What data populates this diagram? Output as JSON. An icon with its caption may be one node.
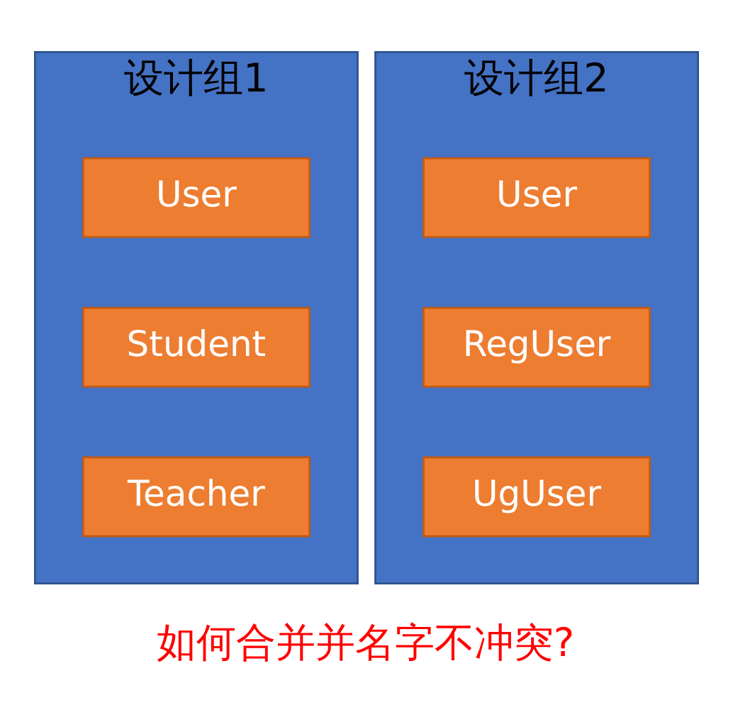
{
  "diagram": {
    "nodes": [
      {
        "text": [
          "设计组1"
        ]
      },
      {
        "text": [
          "User"
        ],
        "in": 0
      },
      {
        "text": [
          "Student"
        ],
        "in": 0
      },
      {
        "text": [
          "Teacher"
        ],
        "in": 0
      },
      {
        "text": [
          "设计组2"
        ]
      },
      {
        "text": [
          "User"
        ],
        "in": 4
      },
      {
        "text": [
          "RegUser"
        ],
        "in": 4
      },
      {
        "text": [
          "UgUser"
        ],
        "in": 4
      }
    ],
    "labels": [
      "如何合并并名字不冲突?"
    ]
  }
}
